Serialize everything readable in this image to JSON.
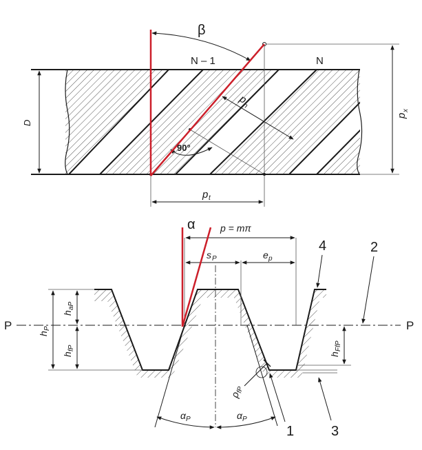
{
  "colors": {
    "red": "#cc1f2a",
    "ink": "#1a1a1a",
    "hatch": "#555555",
    "bg": "#ffffff"
  },
  "top": {
    "beta": "β",
    "n_minus_1": "N – 1",
    "n": "N",
    "d": "D",
    "pn": "p",
    "pn_sub": "n",
    "px": "p",
    "px_sub": "x",
    "pt": "p",
    "pt_sub": "t",
    "angle90": "90°"
  },
  "bottom": {
    "alpha": "α",
    "pitch": "p = mπ",
    "sp": "s",
    "sp_sub": "P",
    "ep": "e",
    "ep_sub": "p",
    "p_left": "P",
    "p_right": "P",
    "hap": "h",
    "hap_sub": "aP",
    "hp": "h",
    "hp_sub": "P",
    "hfp": "h",
    "hfp_sub": "fP",
    "hffp": "h",
    "hffp_sub": "FfP",
    "rho": "ρ",
    "rho_sub": "fP",
    "alpha_l": "α",
    "alpha_l_sub": "P",
    "alpha_r": "α",
    "alpha_r_sub": "P",
    "callout1": "1",
    "callout2": "2",
    "callout3": "3",
    "callout4": "4"
  }
}
